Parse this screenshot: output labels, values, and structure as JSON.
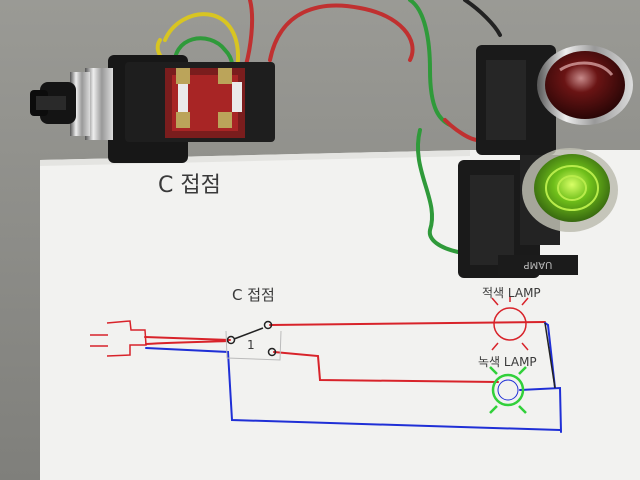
{
  "photo": {
    "switch_caption": "C 접점",
    "diagram": {
      "switch_label": "C 접점",
      "red_lamp_label": "적색 LAMP",
      "green_lamp_label": "녹색 LAMP",
      "switch_contact_number": "1",
      "lamp_housing_text": "UAMP"
    },
    "colors": {
      "wire_red": "#d8232a",
      "wire_blue": "#1f2fd6",
      "lamp_green": "#31d03a",
      "paper": "#f3f3f1",
      "background": "#8a8a86"
    },
    "icons": [
      "selector-switch-icon",
      "red-pilot-lamp-icon",
      "green-pilot-lamp-icon",
      "ground-plug-icon"
    ]
  }
}
